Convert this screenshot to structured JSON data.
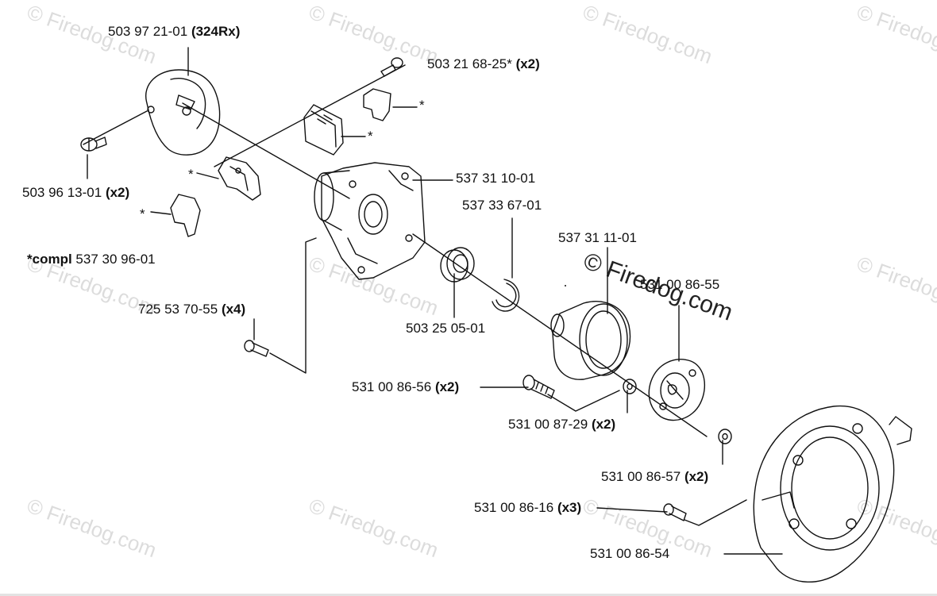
{
  "watermark": "© Firedog.com",
  "asterisk": "*",
  "labels": [
    {
      "id": "p1",
      "part": "503 97 21-01",
      "qty": "(324Rx)"
    },
    {
      "id": "p2",
      "part": "503 21 68-25*",
      "qty": "(x2)"
    },
    {
      "id": "p3",
      "part": "503 96 13-01",
      "qty": "(x2)"
    },
    {
      "id": "p4",
      "part": "537 31 10-01",
      "qty": ""
    },
    {
      "id": "p5",
      "part": "537 33 67-01",
      "qty": ""
    },
    {
      "id": "p6",
      "part": "537 31 11-01",
      "qty": ""
    },
    {
      "id": "p7",
      "part": "531 00 86-55",
      "qty": ""
    },
    {
      "id": "p8",
      "part": "725 53 70-55",
      "qty": "(x4)"
    },
    {
      "id": "p9",
      "part": "503 25 05-01",
      "qty": ""
    },
    {
      "id": "p10",
      "part": "531 00 86-56",
      "qty": "(x2)"
    },
    {
      "id": "p11",
      "part": "531 00 87-29",
      "qty": "(x2)"
    },
    {
      "id": "p12",
      "part": "531 00 86-57",
      "qty": "(x2)"
    },
    {
      "id": "p13",
      "part": "531 00 86-16",
      "qty": "(x3)"
    },
    {
      "id": "p14",
      "part": "531 00 86-54",
      "qty": ""
    }
  ],
  "compl_note": {
    "prefix": "*compl",
    "part": "537 30 96-01"
  }
}
